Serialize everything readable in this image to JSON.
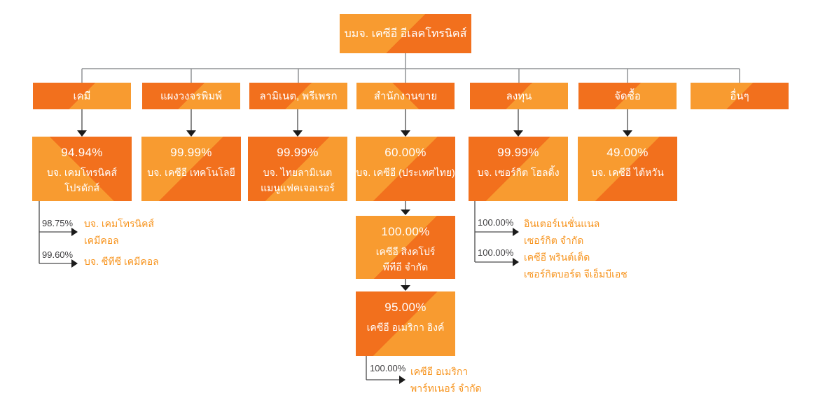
{
  "org": {
    "root": {
      "name": "บมจ. เคซีอี อีเลคโทรนิคส์"
    },
    "divisions": [
      {
        "label": "เคมี"
      },
      {
        "label": "แผงวงจรพิมพ์"
      },
      {
        "label": "ลามิเนต, พรีเพรก"
      },
      {
        "label": "สำนักงานขาย"
      },
      {
        "label": "ลงทุน"
      },
      {
        "label": "จัดซื้อ"
      },
      {
        "label": "อื่นๆ"
      }
    ],
    "subsidiaries": [
      {
        "percent": "94.94%",
        "name": "บจ. เคมโทรนิคส์\nโปรดักส์"
      },
      {
        "percent": "99.99%",
        "name": "บจ. เคซีอี เทคโนโลยี"
      },
      {
        "percent": "99.99%",
        "name": "บจ. ไทยลามิเนต\nแมนูแฟคเจอเรอร์"
      },
      {
        "percent": "60.00%",
        "name": "บจ. เคซีอี (ประเทศไทย)"
      },
      {
        "percent": "99.99%",
        "name": "บจ. เซอร์กิต โฮลดิ้ง"
      },
      {
        "percent": "49.00%",
        "name": "บจ. เคซีอี ไต้หวัน"
      }
    ],
    "sales_chain": {
      "singapore": {
        "percent": "100.00%",
        "name": "เคซีอี สิงคโปร์\nพีทีอี จำกัด"
      },
      "america": {
        "percent": "95.00%",
        "name": "เคซีอี อเมริกา อิงค์"
      },
      "america_branch": {
        "percent": "100.00%",
        "name": "เคซีอี อเมริกา\nพาร์ทเนอร์ จำกัด"
      }
    },
    "chemical_branches": [
      {
        "percent": "98.75%",
        "name": "บจ. เคมโทรนิคส์\nเคมีคอล"
      },
      {
        "percent": "99.60%",
        "name": "บจ. ซีทีซี เคมีคอล"
      }
    ],
    "investment_branches": [
      {
        "percent": "100.00%",
        "name": "อินเตอร์เนชั่นแนล\nเซอร์กิต จำกัด"
      },
      {
        "percent": "100.00%",
        "name": "เคซีอี พรินต์เต็ด\nเซอร์กิตบอร์ด จีเอ็มบีเอช"
      }
    ]
  },
  "colors": {
    "orange_dark": "#F2701D",
    "orange_light": "#F89B30",
    "tree_line_gray": "#919396",
    "branch_line_dark": "#4A4A4C",
    "arrow_black": "#1B1B1B",
    "percent_text": "#414042",
    "branch_text_orange": "#F7941E"
  }
}
